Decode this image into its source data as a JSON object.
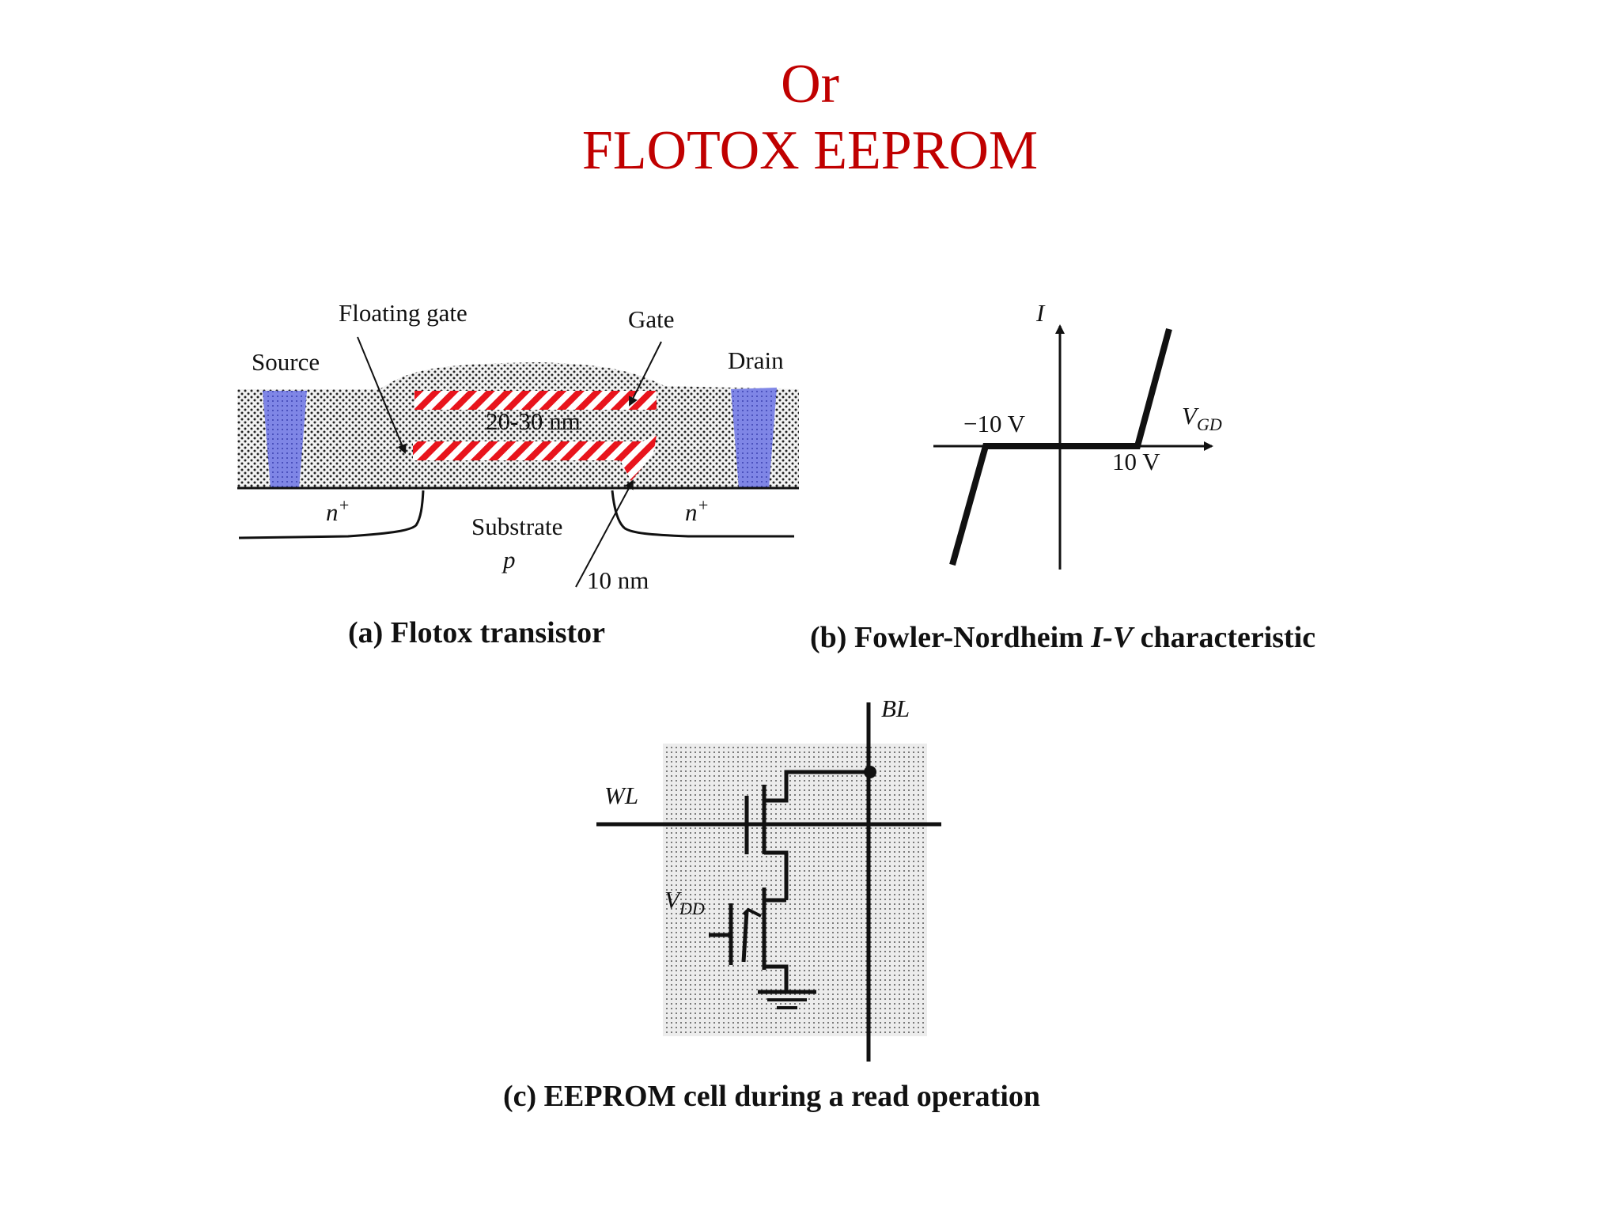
{
  "title": {
    "line1": "Or",
    "line2": "FLOTOX EEPROM"
  },
  "transistor": {
    "floating_gate": "Floating gate",
    "gate": "Gate",
    "source": "Source",
    "drain": "Drain",
    "oxide_thickness": "20-30 nm",
    "n_plus": "n",
    "n_plus_sup": "+",
    "substrate": "Substrate",
    "substrate_type": "p",
    "tunnel_oxide": "10 nm",
    "caption": "(a) Flotox transistor"
  },
  "iv_plot": {
    "y_axis": "I",
    "x_axis": "V",
    "x_axis_sub": "GD",
    "neg_threshold": "−10 V",
    "pos_threshold": "10 V",
    "caption_prefix": "(b) Fowler-Nordheim ",
    "caption_italic": "I-V",
    "caption_suffix": " characteristic"
  },
  "cell": {
    "bitline": "BL",
    "wordline": "WL",
    "vdd": "V",
    "vdd_sub": "DD",
    "caption": "(c) EEPROM cell during a read operation"
  },
  "colors": {
    "title": "#c00000",
    "gate_stripe": "#e8141c",
    "contact": "#7f86e6"
  }
}
